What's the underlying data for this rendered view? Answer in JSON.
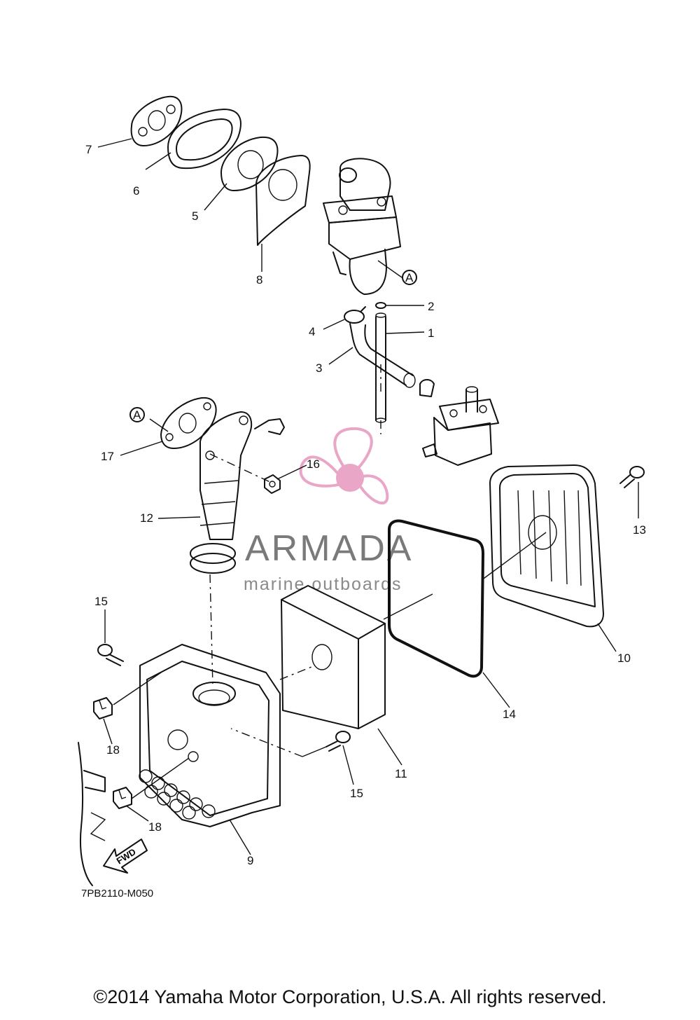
{
  "diagram": {
    "drawing_code": "7PB2110-M050",
    "copyright": "©2014 Yamaha Motor Corporation, U.S.A. All rights reserved.",
    "watermark": {
      "brand": "ARMADA",
      "tagline": "marine outboards",
      "color": "#e9a6c6"
    },
    "direction_marker": "FWD",
    "reference_marker": "A",
    "callouts": {
      "c1": "1",
      "c2": "2",
      "c3": "3",
      "c4": "4",
      "c5": "5",
      "c6": "6",
      "c7": "7",
      "c8": "8",
      "c9": "9",
      "c10": "10",
      "c11": "11",
      "c12": "12",
      "c13": "13",
      "c14": "14",
      "c15a": "15",
      "c15b": "15",
      "c16": "16",
      "c17": "17",
      "c18a": "18",
      "c18b": "18"
    }
  }
}
